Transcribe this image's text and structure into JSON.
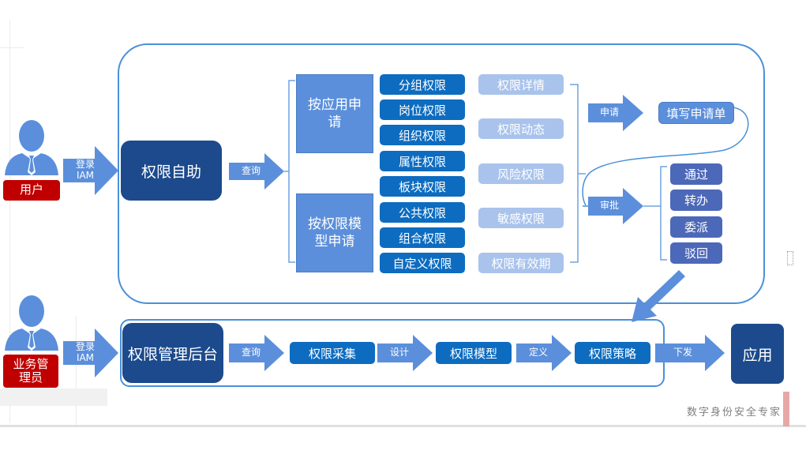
{
  "diagram": {
    "actors": {
      "user": {
        "label": "用户",
        "icon": "person-icon"
      },
      "admin": {
        "label": "业务管理员",
        "icon": "person-icon"
      }
    },
    "login_arrow_user": "登录\nIAM",
    "login_arrow_admin": "登录\nIAM",
    "self_service": {
      "title": "权限自助",
      "query_arrow": "查询",
      "apply_by_app": "按应用申请",
      "apply_by_model": "按权限模型申请",
      "permission_types": [
        "分组权限",
        "岗位权限",
        "组织权限",
        "属性权限",
        "板块权限",
        "公共权限",
        "组合权限",
        "自定义权限"
      ],
      "permission_info": [
        "权限详情",
        "权限动态",
        "风险权限",
        "敏感权限",
        "权限有效期"
      ],
      "apply_arrow": "申请",
      "fill_form": "填写申请单",
      "approve_arrow": "审批",
      "approval_actions": [
        "通过",
        "转办",
        "委派",
        "驳回"
      ]
    },
    "admin_console": {
      "title": "权限管理后台",
      "query_arrow": "查询",
      "steps": [
        "权限采集",
        "权限模型",
        "权限策略"
      ],
      "step_arrows": [
        "设计",
        "定义"
      ],
      "dispatch_arrow": "下发",
      "target": "应用"
    },
    "watermark": "数字身份安全专家",
    "colors": {
      "frame_blue": "#4a90d9",
      "dark_navy": "#1c4a8c",
      "arrow_blue": "#5b8fdb",
      "pill_blue": "#0d6cc0",
      "pill_light": "#a9c3ec",
      "pill_indigo": "#4c68b8",
      "label_red": "#c00000"
    }
  }
}
